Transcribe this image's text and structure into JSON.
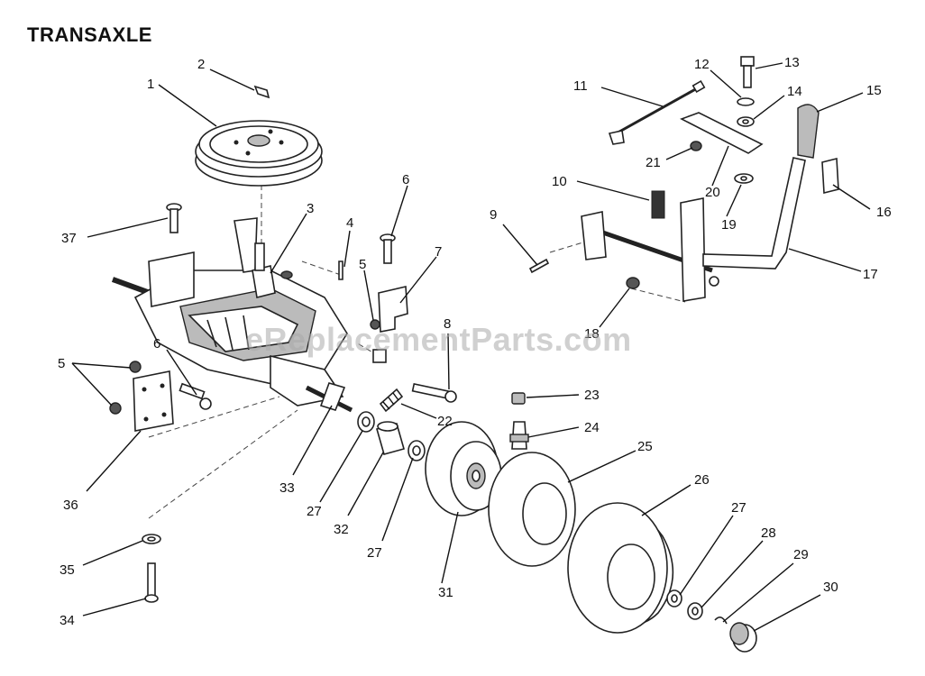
{
  "diagram": {
    "title": "TRANSAXLE",
    "watermark": "eReplacementParts.com",
    "callouts": [
      {
        "id": "c1",
        "label": "1"
      },
      {
        "id": "c2",
        "label": "2"
      },
      {
        "id": "c3",
        "label": "3"
      },
      {
        "id": "c4",
        "label": "4"
      },
      {
        "id": "c5a",
        "label": "5"
      },
      {
        "id": "c5b",
        "label": "5"
      },
      {
        "id": "c6a",
        "label": "6"
      },
      {
        "id": "c6b",
        "label": "6"
      },
      {
        "id": "c7",
        "label": "7"
      },
      {
        "id": "c8",
        "label": "8"
      },
      {
        "id": "c9",
        "label": "9"
      },
      {
        "id": "c10",
        "label": "10"
      },
      {
        "id": "c11",
        "label": "11"
      },
      {
        "id": "c12",
        "label": "12"
      },
      {
        "id": "c13",
        "label": "13"
      },
      {
        "id": "c14",
        "label": "14"
      },
      {
        "id": "c15",
        "label": "15"
      },
      {
        "id": "c16",
        "label": "16"
      },
      {
        "id": "c17",
        "label": "17"
      },
      {
        "id": "c18",
        "label": "18"
      },
      {
        "id": "c19",
        "label": "19"
      },
      {
        "id": "c20",
        "label": "20"
      },
      {
        "id": "c21",
        "label": "21"
      },
      {
        "id": "c22",
        "label": "22"
      },
      {
        "id": "c23",
        "label": "23"
      },
      {
        "id": "c24",
        "label": "24"
      },
      {
        "id": "c25",
        "label": "25"
      },
      {
        "id": "c26",
        "label": "26"
      },
      {
        "id": "c27a",
        "label": "27"
      },
      {
        "id": "c27b",
        "label": "27"
      },
      {
        "id": "c27c",
        "label": "27"
      },
      {
        "id": "c28",
        "label": "28"
      },
      {
        "id": "c29",
        "label": "29"
      },
      {
        "id": "c30",
        "label": "30"
      },
      {
        "id": "c31",
        "label": "31"
      },
      {
        "id": "c32",
        "label": "32"
      },
      {
        "id": "c33",
        "label": "33"
      },
      {
        "id": "c34",
        "label": "34"
      },
      {
        "id": "c35",
        "label": "35"
      },
      {
        "id": "c36",
        "label": "36"
      },
      {
        "id": "c37",
        "label": "37"
      }
    ]
  }
}
